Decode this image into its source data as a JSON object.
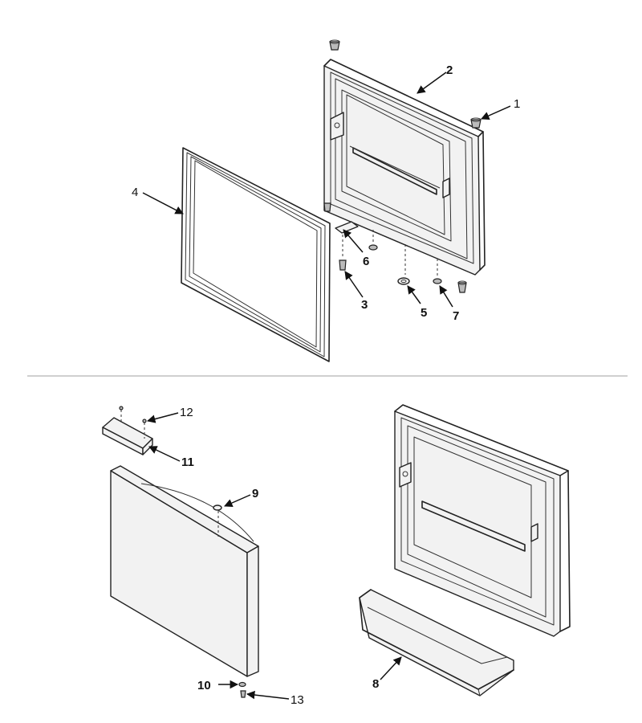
{
  "diagram": {
    "callouts": [
      {
        "id": "1",
        "label": "1",
        "bold": false
      },
      {
        "id": "2",
        "label": "2",
        "bold": true
      },
      {
        "id": "3",
        "label": "3",
        "bold": true
      },
      {
        "id": "4",
        "label": "4",
        "bold": false
      },
      {
        "id": "5",
        "label": "5",
        "bold": true
      },
      {
        "id": "6",
        "label": "6",
        "bold": true
      },
      {
        "id": "7",
        "label": "7",
        "bold": true
      },
      {
        "id": "8",
        "label": "8",
        "bold": true
      },
      {
        "id": "9",
        "label": "9",
        "bold": true
      },
      {
        "id": "10",
        "label": "10",
        "bold": true
      },
      {
        "id": "11",
        "label": "11",
        "bold": true
      },
      {
        "id": "12",
        "label": "12",
        "bold": false
      },
      {
        "id": "13",
        "label": "13",
        "bold": false
      }
    ]
  }
}
